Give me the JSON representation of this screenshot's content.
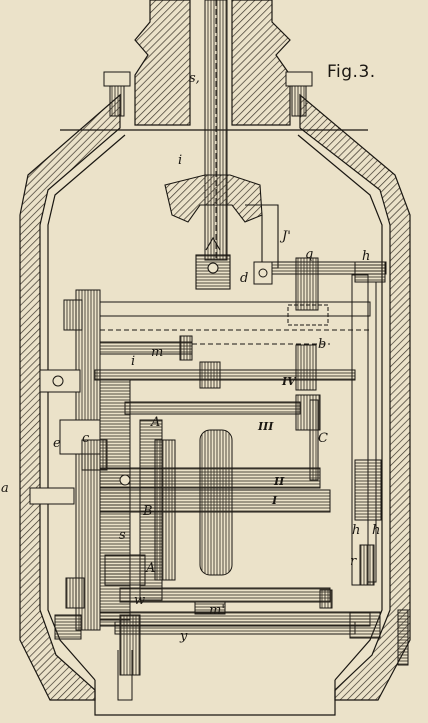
{
  "figure": {
    "title": "Fig.3.",
    "ink": "#1a1712",
    "paper": "#ebe2c9",
    "hatch": "#3a342a"
  },
  "labels": {
    "s1": "s,",
    "i_top": "i",
    "j1": "J'",
    "q": "q",
    "h_top": "h",
    "d": "d",
    "m": "m",
    "b": "b",
    "i_small": "i",
    "IV": "IV",
    "III": "III",
    "C": "C",
    "II": "II",
    "I": "I",
    "c": "c",
    "e": "e",
    "a_left": "a",
    "A_top": "A",
    "B": "B",
    "s_low": "s",
    "A_low": "A",
    "w": "w",
    "m1": "m'",
    "y": "y",
    "h_left": "h",
    "h_right": "h",
    "r": "r"
  }
}
